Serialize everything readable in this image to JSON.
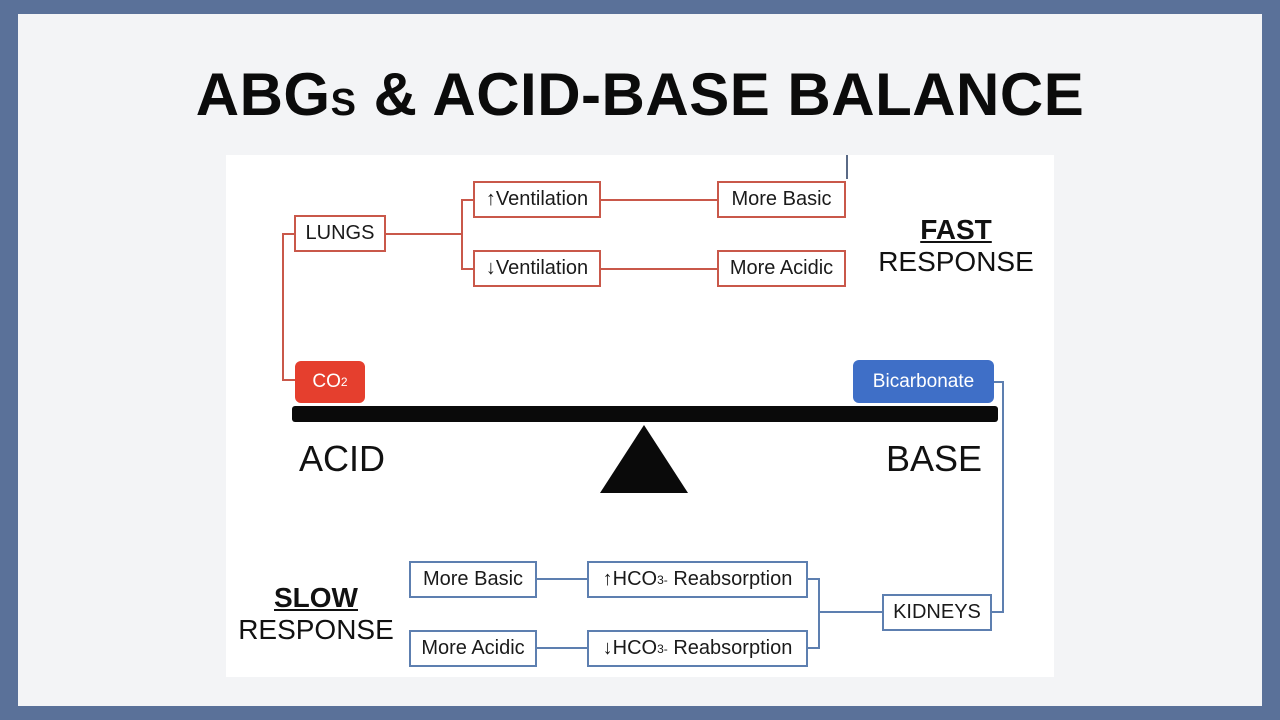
{
  "title": {
    "main": "ABG",
    "small": "S",
    "rest": " & ACID-BASE BALANCE"
  },
  "fast": {
    "kind": "FAST",
    "response": "RESPONSE",
    "organ": "LUNGS",
    "up": {
      "label": "↑Ventilation",
      "result": "More Basic"
    },
    "down": {
      "label": "↓Ventilation",
      "result": "More Acidic"
    }
  },
  "slow": {
    "kind": "SLOW",
    "response": "RESPONSE",
    "organ": "KIDNEYS",
    "up": {
      "arrow": "↑",
      "prefix": "HCO",
      "sub": "3",
      "sup": "-",
      "suffix": " Reabsorption",
      "result": "More Basic"
    },
    "down": {
      "arrow": "↓",
      "prefix": "HCO",
      "sub": "3",
      "sup": "-",
      "suffix": " Reabsorption",
      "result": "More Acidic"
    }
  },
  "scale": {
    "acid_label": "ACID",
    "base_label": "BASE",
    "acid_item": {
      "prefix": "CO",
      "sub": "2"
    },
    "base_item": "Bicarbonate"
  },
  "colors": {
    "fast_line": "#c9584a",
    "slow_line": "#5d7fb0",
    "co2": "#e53f2e",
    "bicarbonate": "#3f6fc7",
    "frame": "#5a7199"
  }
}
